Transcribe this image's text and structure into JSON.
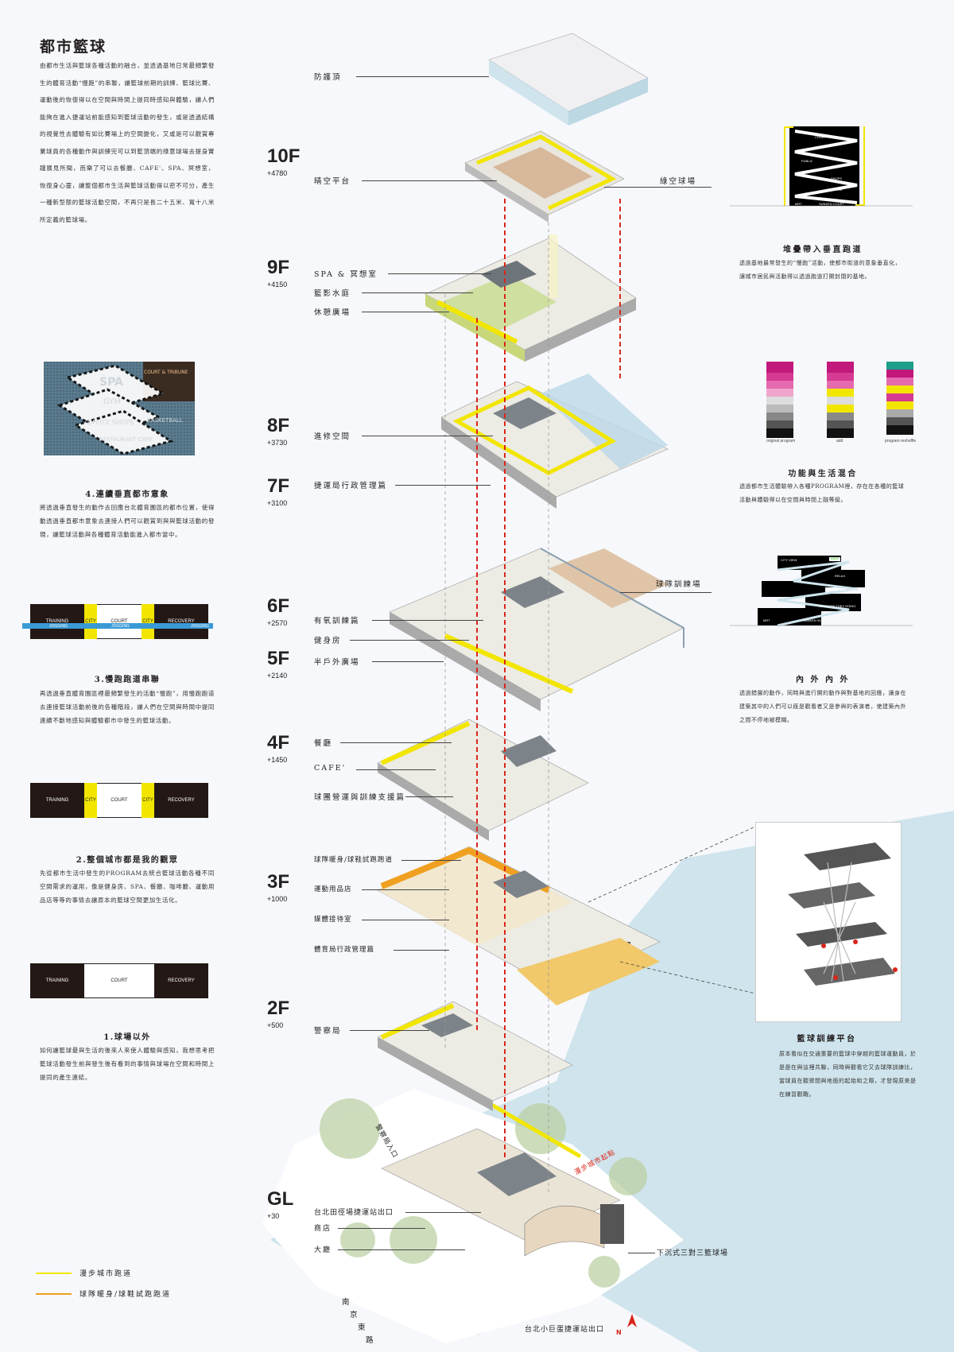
{
  "title": "都市籃球",
  "intro": "由都市生活與籃球各種活動的融合，並透過基地日常最頻繁發生的體育活動“慢跑”的串聯，讓籃球前期的訓練、籃球比賽、運動後的恢復得以在空間與時間上提同時感知與體驗，讓人們能夠在進入捷運站前能感知到籃球活動的發生，或是透過結構的視覺性去體驗有如比賽場上的空間變化，又或是可以觀賞專業球員的各種動作與訓練完可以到籃頂端的綠意球場去提身實踐展見所聞，而樂了可以去餐廳、CAFE'、SPA、冥想室，恢復身心靈，讓整個都市生活與籃球活動得以密不可分，產生一種新型態的籃球活動空間，不再只是長二十五米、寬十八米所定義的籃球場。",
  "sections": {
    "s4": {
      "heading": "4.連續垂直都市意象",
      "body": "將透過垂直發生的動作去回應台北體育園區的都市位置，使得動透過垂直都市意象去連接人們可以觀賞到與與籃球活動的發現，讓籃球活動與各種體育活動能進入都市當中。"
    },
    "s3": {
      "heading": "3.慢跑跑道串聯",
      "body": "再透過垂直體育園區裡最頻繁發生的活動“慢跑”，用慢跑跑道去連接籃球活動前後的各種階段，讓人們在空間與時間中提同連續不斷地感知與體驗都市中發生的籃球活動。"
    },
    "s2": {
      "heading": "2.整個城市都是我的觀眾",
      "body": "先從都市生活中發生的PROGRAM去統合籃球活動各種不同空間需求的運用，像是健身房、SPA、餐廳、咖啡廳、運動用品店等等的事情去讓原本的籃球空間更加生活化。"
    },
    "s1": {
      "heading": "1.球場以外",
      "body": "如何讓籃球最與生活的後來人來使人體驗與感知，我想思考把籃球活動發生前與發生後有看到的事情與球場在空間和時間上提同的產生連結。"
    }
  },
  "strips": {
    "s3": [
      "TRAINING",
      "CITY",
      "COURT",
      "CITY",
      "RECOVERY"
    ],
    "s3_jog": "JOGGING",
    "s2": [
      "TRAINING",
      "CITY",
      "COURT",
      "CITY",
      "RECOVERY"
    ],
    "s1": [
      "TRAINING",
      "COURT",
      "RECOVERY"
    ]
  },
  "photo": {
    "labels": [
      "SPA",
      "COURT & TRIBUNE",
      "GYM",
      "OFFICE SHOPS",
      "RESTAURANT CAFE'",
      "BASKETBALL"
    ]
  },
  "floors": [
    {
      "id": "10F",
      "elev": "+4780"
    },
    {
      "id": "9F",
      "elev": "+4150"
    },
    {
      "id": "8F",
      "elev": "+3730"
    },
    {
      "id": "7F",
      "elev": "+3100"
    },
    {
      "id": "6F",
      "elev": "+2570"
    },
    {
      "id": "5F",
      "elev": "+2140"
    },
    {
      "id": "4F",
      "elev": "+1450"
    },
    {
      "id": "3F",
      "elev": "+1000"
    },
    {
      "id": "2F",
      "elev": "+500"
    },
    {
      "id": "GL",
      "elev": "+30"
    }
  ],
  "labels": {
    "roof": "防護頂",
    "f10": "晴空平台",
    "f10r": "綠空球場",
    "f9a": "SPA & 冥想室",
    "f9b": "籃影水庭",
    "f9c": "休憩廣場",
    "f8": "進修空間",
    "f7": "捷運局行政管理篇",
    "f6r": "球隊訓練場",
    "f6a": "有氧訓練篇",
    "f6b": "健身房",
    "f5": "半戶外廣場",
    "f4a": "餐廳",
    "f4b": "CAFE'",
    "f4c": "球團營運與訓練支援篇",
    "f3a": "球隊暖身/球鞋試跑跑道",
    "f3b": "運動用品店",
    "f3c": "媒體接待室",
    "f3d": "體育局行政管理篇",
    "f2": "警察局",
    "gl_a": "台北田徑場捷運站出口",
    "gl_b": "商店",
    "gl_c": "大廳",
    "gl_r": "下沉式三對三籃球場",
    "gl_entry": "警察局入口",
    "gl_red": "漫步城市起點",
    "gl_exit": "台北小巨蛋捷運站出口",
    "road": [
      "南",
      "京",
      "東",
      "路"
    ],
    "north": "N"
  },
  "legend": [
    {
      "label": "漫步城市跑道",
      "color": "#f2e600"
    },
    {
      "label": "球隊暖身/球鞋試跑跑道",
      "color": "#f0a020"
    }
  ],
  "right": {
    "d1": {
      "heading": "堆疊帶入垂直跑道",
      "body": "透過基地最常發生的“慢跑”活動，使都市街道的意象垂直化，讓城市居民與活動得以透過跑道打開封閉的基地。",
      "labels": [
        "COURT",
        "PUBLIC",
        "SHOPS",
        "OFFICE",
        "MRT",
        "SUNKEN COURT"
      ]
    },
    "d2": {
      "heading": "功能與生活混合",
      "body": "透過都市生活體驗帶入各種PROGRAM裡，存在在各種的籃球活動與體驗得以在空間與時間上融等級。",
      "captions": [
        "original program",
        "add",
        "program reshuffle"
      ]
    },
    "d3": {
      "heading": "內 外 內 外",
      "body": "透過錯層的動作，同時與進行開的動作與對基地的回應，讓身在建築其中的人們可以既是觀看者又是參與的表演者，使建築內外之間不停地被模糊。",
      "labels": [
        "CITY VIEW",
        "BEEF",
        "RELAX",
        "BEHIND THE GAME",
        "WHAT ARE THEY DOING",
        "MRT",
        "SUNKEN 3X3"
      ]
    },
    "d4": {
      "heading": "籃球訓練平台",
      "body": "原本看似在交通重要的籃球中穿越的籃球運動員，於是是在與這裡共聯，同時與觀看它又去球隊訓練比，當球員在觀眾間與地面的起始和之際，才發現原來是在練習觀戰。"
    }
  },
  "colors": {
    "yellow": "#f2e600",
    "orange": "#f0a020",
    "red": "#d9261c",
    "magenta": "#d4147a",
    "teal": "#1b9e8a",
    "water": "#cfe4ec",
    "green": "#cfdfa0"
  }
}
